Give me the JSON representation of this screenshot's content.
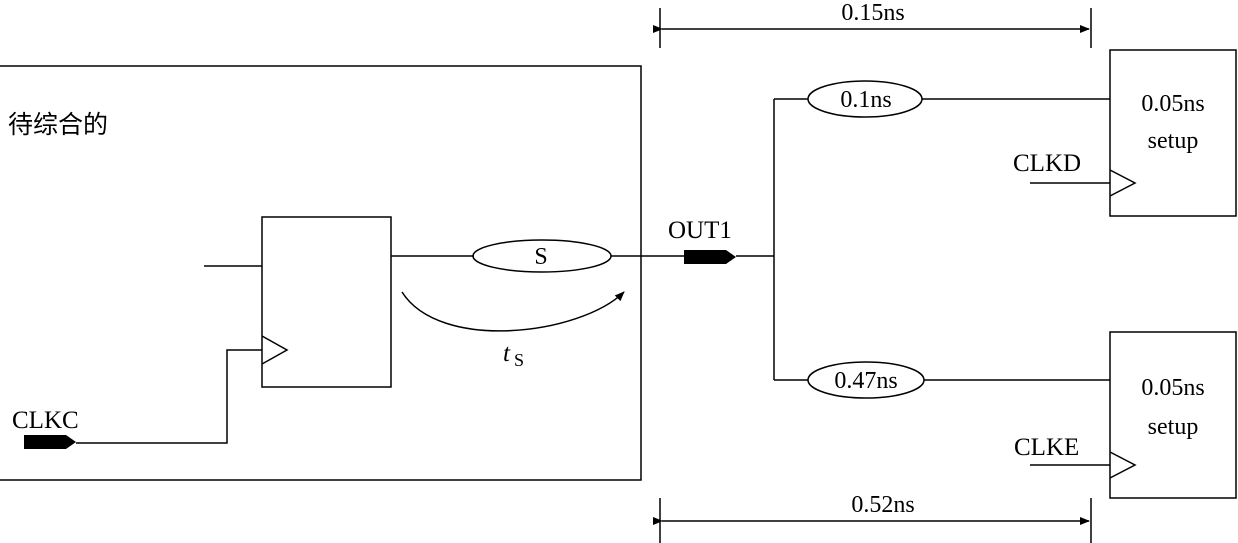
{
  "labels": {
    "block_title": "待综合的",
    "clkc": "CLKC",
    "out1": "OUT1",
    "clkd": "CLKD",
    "clke": "CLKE",
    "ts_t": "t",
    "ts_sub": "S"
  },
  "delays": {
    "s": "S",
    "top": "0.1ns",
    "bottom": "0.47ns"
  },
  "flops": {
    "d_line1": "0.05ns",
    "d_line2": "setup",
    "e_line1": "0.05ns",
    "e_line2": "setup"
  },
  "dimensions": {
    "top": "0.15ns",
    "bottom": "0.52ns"
  }
}
